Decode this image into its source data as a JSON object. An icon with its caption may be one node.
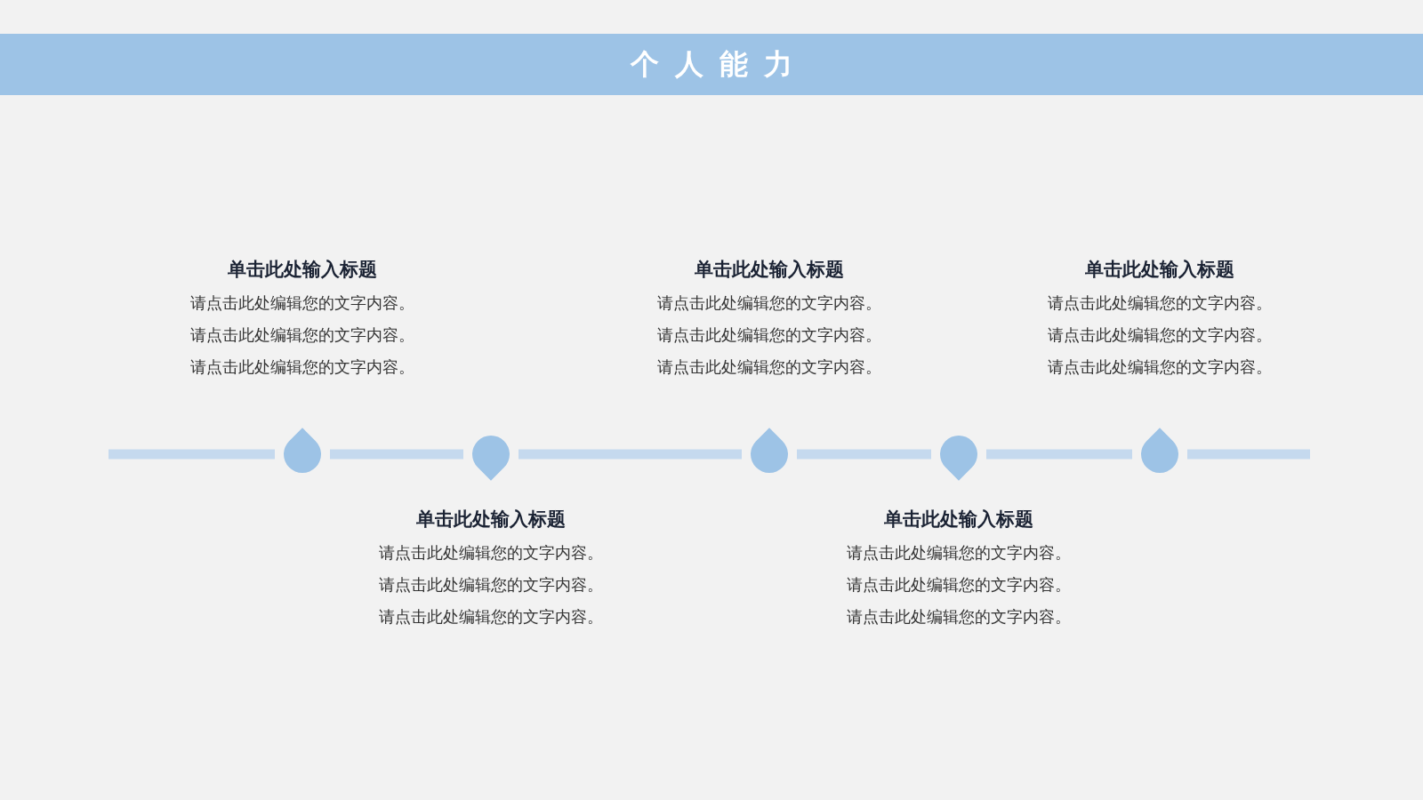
{
  "diagram": {
    "title": "个人能力",
    "nodes": [
      {
        "text": [],
        "shape": "drop",
        "beside": [
          "单击此处输入标题",
          "请点击此处编辑您的文字内容。",
          "请点击此处编辑您的文字内容。",
          "请点击此处编辑您的文字内容。"
        ]
      },
      {
        "text": [],
        "shape": "drop",
        "beside": [
          "单击此处输入标题",
          "请点击此处编辑您的文字内容。",
          "请点击此处编辑您的文字内容。",
          "请点击此处编辑您的文字内容。"
        ]
      },
      {
        "text": [],
        "shape": "drop",
        "beside": [
          "单击此处输入标题",
          "请点击此处编辑您的文字内容。",
          "请点击此处编辑您的文字内容。",
          "请点击此处编辑您的文字内容。"
        ]
      },
      {
        "text": [],
        "shape": "drop",
        "beside": [
          "单击此处输入标题",
          "请点击此处编辑您的文字内容。",
          "请点击此处编辑您的文字内容。",
          "请点击此处编辑您的文字内容。"
        ]
      },
      {
        "text": [],
        "shape": "drop",
        "beside": [
          "单击此处输入标题",
          "请点击此处编辑您的文字内容。",
          "请点击此处编辑您的文字内容。",
          "请点击此处编辑您的文字内容。"
        ]
      }
    ],
    "edges": [
      {
        "from": null,
        "to": 0,
        "arrow": "none"
      },
      {
        "from": 0,
        "to": 1,
        "arrow": "none"
      },
      {
        "from": 1,
        "to": 2,
        "arrow": "none"
      },
      {
        "from": 2,
        "to": 3,
        "arrow": "none"
      },
      {
        "from": 3,
        "to": 4,
        "arrow": "none"
      },
      {
        "from": 4,
        "to": null,
        "arrow": "none"
      }
    ]
  }
}
